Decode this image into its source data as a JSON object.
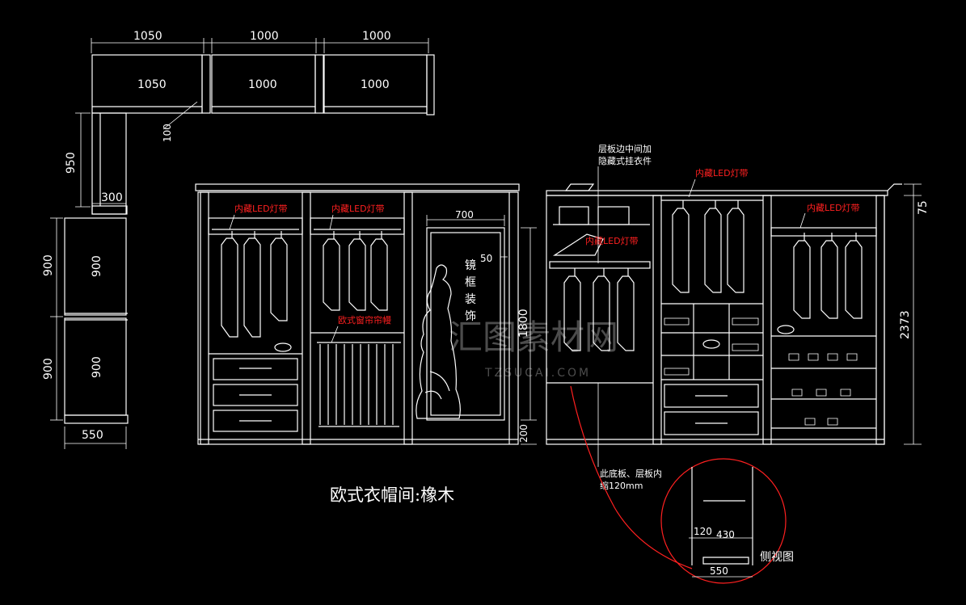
{
  "title": "欧式衣帽间:橡木",
  "side_view_label": "侧视图",
  "watermark": {
    "brand": "汇图素材网",
    "site": "TZSUCAI.COM"
  },
  "colors": {
    "background": "#000000",
    "line": "#ffffff",
    "accent": "#ff2020"
  },
  "plan": {
    "top_dims": [
      "1050",
      "1000",
      "1000"
    ],
    "top_panels": [
      "1050",
      "1000",
      "1000"
    ],
    "depth_small": "100",
    "left_vertical": "950",
    "left_width": "300"
  },
  "side_elevation": {
    "heights_outer": [
      "900",
      "900"
    ],
    "heights_inner": [
      "900",
      "900"
    ],
    "width": "550"
  },
  "front_left": {
    "led_labels": [
      "内藏LED灯带",
      "内藏LED灯带"
    ],
    "curtain_label": "欧式窗帘帘幔",
    "mirror_width": "700",
    "mirror_offset": "50",
    "mirror_label_chars": [
      "镜",
      "框",
      "装",
      "饰"
    ],
    "height": "1800",
    "base": "200"
  },
  "front_right": {
    "hanger_note": [
      "层板边中间加",
      "隐藏式挂衣件"
    ],
    "led_labels": [
      "内藏LED灯带",
      "内藏LED灯带",
      "内藏LED灯带"
    ],
    "top_height": "75",
    "total_height": "2373",
    "shelf_note": [
      "此底板、层板内",
      "缩120mm"
    ]
  },
  "detail": {
    "dim_a": "120",
    "dim_b": "430",
    "dim_c": "550"
  }
}
